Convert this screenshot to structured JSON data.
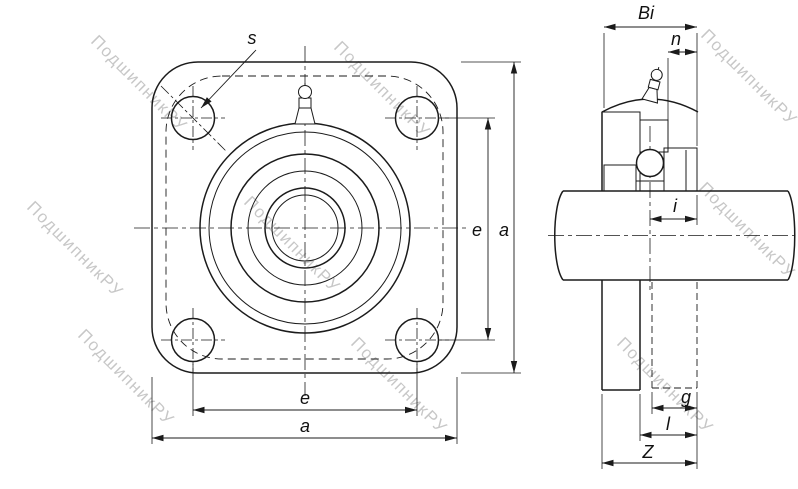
{
  "colors": {
    "line": "#1b1b1b",
    "watermark": "#c7c7c7",
    "background": "#ffffff"
  },
  "watermark": {
    "text": "ПодшипникРУ"
  },
  "front_view": {
    "labels": {
      "s": "s",
      "e_right": "e",
      "a_right": "a",
      "e_bottom": "e",
      "a_bottom": "a"
    }
  },
  "side_view": {
    "labels": {
      "Bi": "Bi",
      "n": "n",
      "i": "i",
      "g": "g",
      "l": "l",
      "Z": "Z"
    }
  }
}
